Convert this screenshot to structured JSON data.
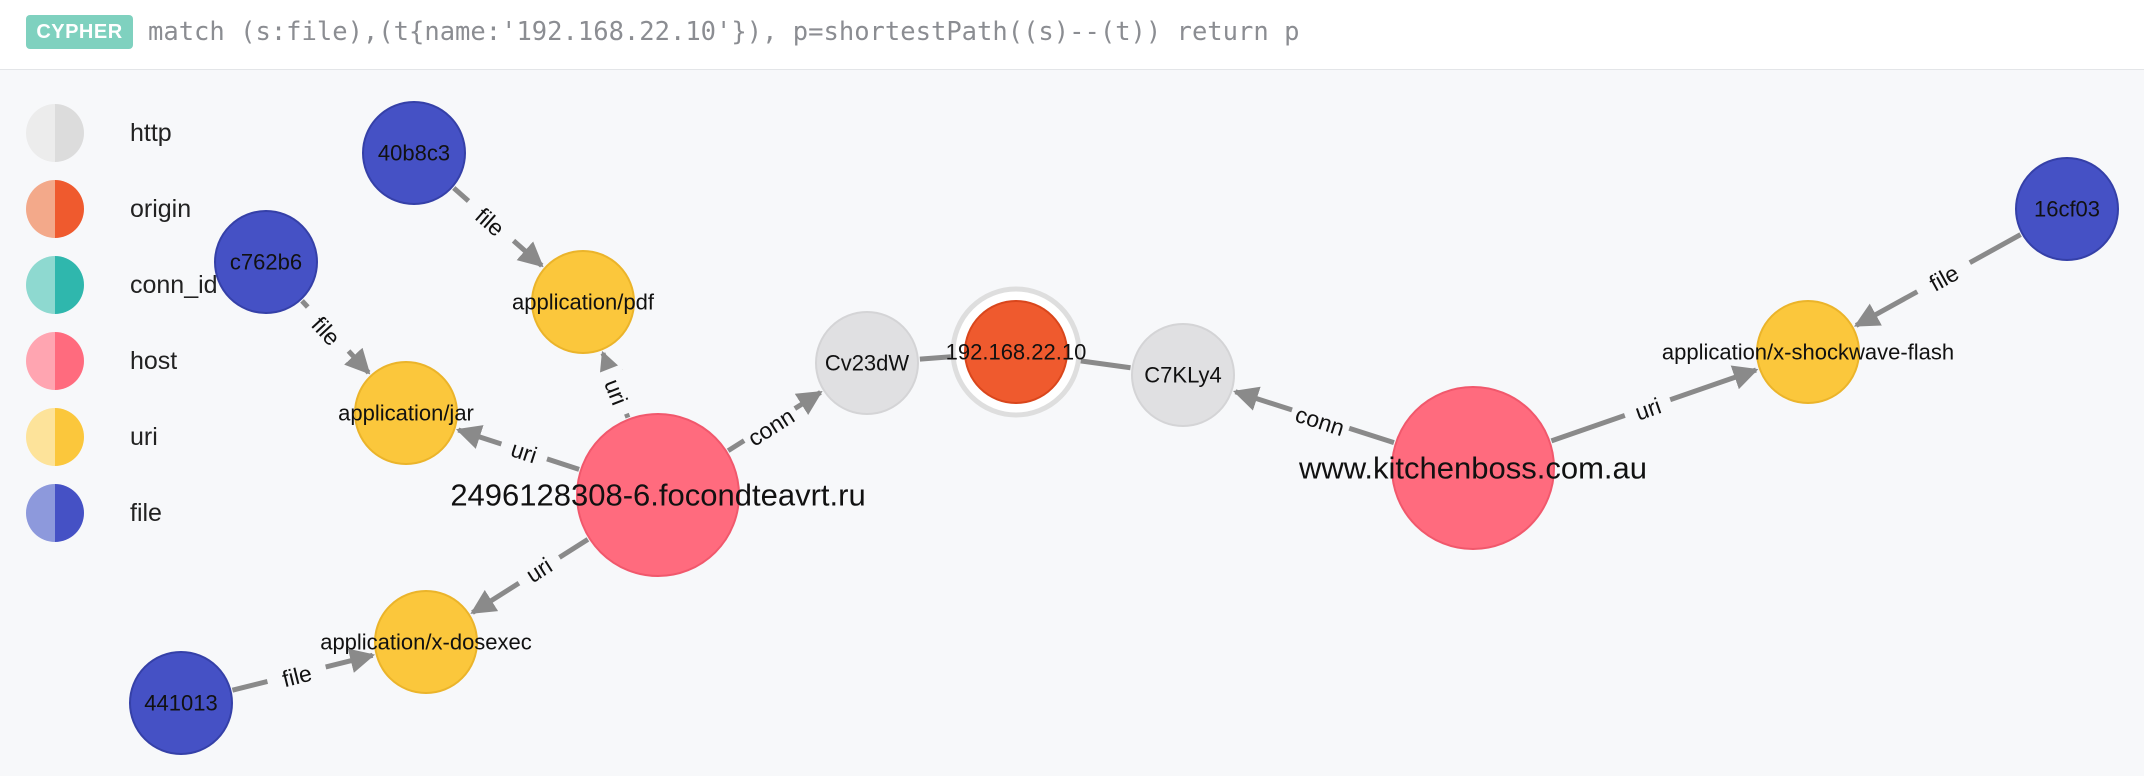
{
  "query": {
    "badge": "CYPHER",
    "text": "match (s:file),(t{name:'192.168.22.10'}), p=shortestPath((s)--(t)) return p"
  },
  "legend": [
    {
      "label": "http",
      "colors": [
        "#ececec",
        "#dcdcdc"
      ]
    },
    {
      "label": "origin",
      "colors": [
        "#f3a98a",
        "#ef5a2e"
      ]
    },
    {
      "label": "conn_id",
      "colors": [
        "#8ed9d0",
        "#2fb7ad"
      ]
    },
    {
      "label": "host",
      "colors": [
        "#ffa5b1",
        "#ff6b7e"
      ]
    },
    {
      "label": "uri",
      "colors": [
        "#fde39a",
        "#fbc73c"
      ]
    },
    {
      "label": "file",
      "colors": [
        "#8d99dc",
        "#4551c5"
      ]
    }
  ],
  "types": {
    "http": {
      "fill": "#e0e0e2",
      "stroke": "#d4d4d6",
      "text": "#111111"
    },
    "origin": {
      "fill": "#ef5a2e",
      "stroke": "#d9461c",
      "text": "#111111"
    },
    "host": {
      "fill": "#ff6b7e",
      "stroke": "#f1586c",
      "text": "#111111"
    },
    "uri": {
      "fill": "#fbc73c",
      "stroke": "#ebb42a",
      "text": "#111111"
    },
    "file": {
      "fill": "#4551c5",
      "stroke": "#3540a8",
      "text": "#ffffff"
    }
  },
  "nodes": [
    {
      "id": "n40b8c3",
      "label": "40b8c3",
      "type": "file",
      "size": "small"
    },
    {
      "id": "nc762b6",
      "label": "c762b6",
      "type": "file",
      "size": "small"
    },
    {
      "id": "n441013",
      "label": "441013",
      "type": "file",
      "size": "small"
    },
    {
      "id": "n16cf03",
      "label": "16cf03",
      "type": "file",
      "size": "small"
    },
    {
      "id": "pdf",
      "label": "application/pdf",
      "type": "uri",
      "size": "small"
    },
    {
      "id": "jar",
      "label": "application/jar",
      "type": "uri",
      "size": "small"
    },
    {
      "id": "dosexec",
      "label": "application/x-dosexec",
      "type": "uri",
      "size": "small"
    },
    {
      "id": "flash",
      "label": "application/x-shockwave-flash",
      "type": "uri",
      "size": "small"
    },
    {
      "id": "host1",
      "label": "2496128308-6.focondteavrt.ru",
      "type": "host",
      "size": "large"
    },
    {
      "id": "host2",
      "label": "www.kitchenboss.com.au",
      "type": "host",
      "size": "large"
    },
    {
      "id": "cv23dw",
      "label": "Cv23dW",
      "type": "http",
      "size": "small"
    },
    {
      "id": "c7kly4",
      "label": "C7KLy4",
      "type": "http",
      "size": "small"
    },
    {
      "id": "origin",
      "label": "192.168.22.10",
      "type": "origin",
      "size": "small",
      "selected": true
    }
  ],
  "edges": [
    {
      "from": "n40b8c3",
      "to": "pdf",
      "label": "file"
    },
    {
      "from": "nc762b6",
      "to": "jar",
      "label": "file"
    },
    {
      "from": "n441013",
      "to": "dosexec",
      "label": "file"
    },
    {
      "from": "n16cf03",
      "to": "flash",
      "label": "file"
    },
    {
      "from": "host1",
      "to": "pdf",
      "label": "uri"
    },
    {
      "from": "host1",
      "to": "jar",
      "label": "uri"
    },
    {
      "from": "host1",
      "to": "dosexec",
      "label": "uri"
    },
    {
      "from": "host1",
      "to": "cv23dw",
      "label": "conn"
    },
    {
      "from": "host2",
      "to": "c7kly4",
      "label": "conn"
    },
    {
      "from": "host2",
      "to": "flash",
      "label": "uri"
    },
    {
      "from": "cv23dw",
      "to": "origin",
      "label": ""
    },
    {
      "from": "c7kly4",
      "to": "origin",
      "label": ""
    }
  ]
}
